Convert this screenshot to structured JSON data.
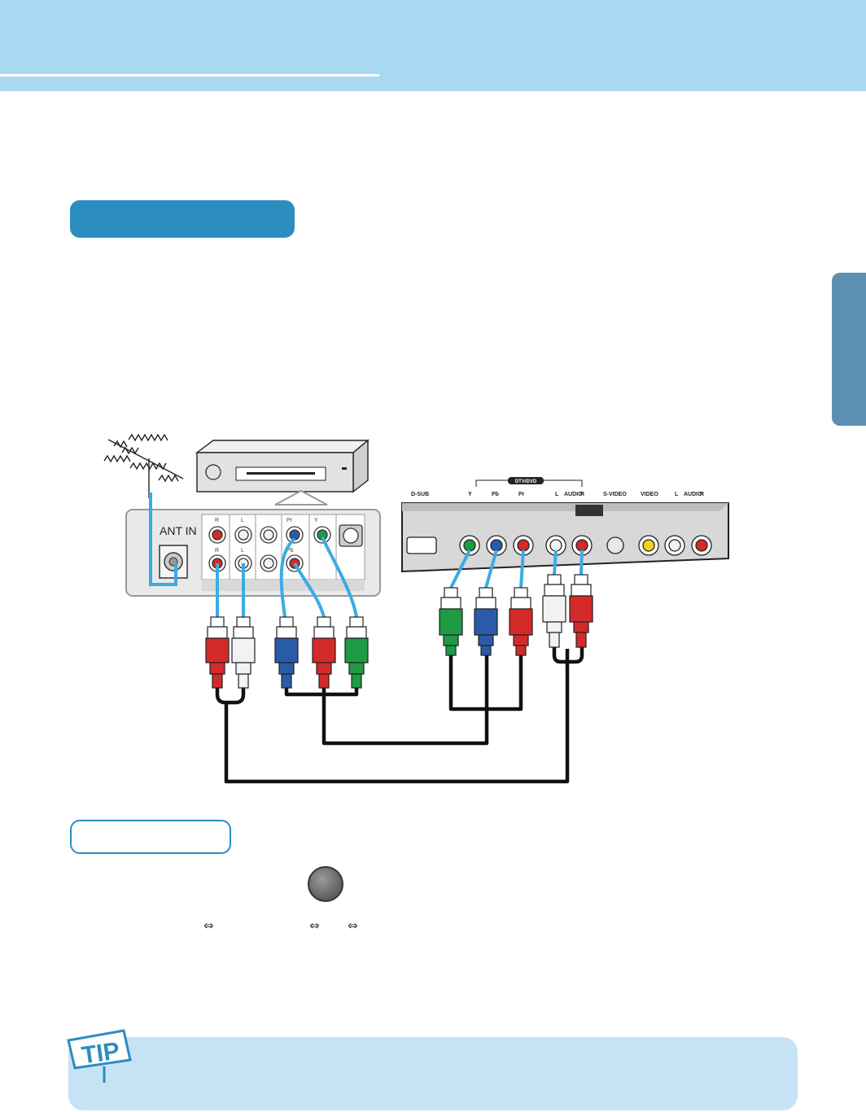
{
  "header": {},
  "section": {},
  "subsection": {},
  "symbols": {
    "swap_icon": "⇔"
  },
  "diagram": {
    "antenna_label": "ANT IN",
    "vcr_jack_labels": {
      "r": "R",
      "l": "L",
      "pr": "Pr",
      "pb": "Pb",
      "y": "Y"
    },
    "tv_panel": {
      "group_label": "DTV/DVD",
      "dsub": "D-SUB",
      "y": "Y",
      "pb": "Pb",
      "pr": "Pr",
      "audio_l": "L",
      "audio": "AUDIO",
      "audio_r": "R",
      "svideo": "S-VIDEO",
      "video": "VIDEO",
      "audio2_l": "L",
      "audio2": "AUDIO",
      "audio2_r": "R"
    }
  },
  "tip": {
    "label": "TIP"
  },
  "colors": {
    "header_bg": "#a9d8f1",
    "accent": "#2b8dc0",
    "side_tab": "#5b90b3",
    "tip_bg": "#c6e3f5",
    "plug_red": "#d42a2a",
    "plug_white": "#f2f2f2",
    "plug_blue": "#2a5ba8",
    "plug_green": "#1f9a45",
    "wire_blue": "#3cabe3"
  }
}
